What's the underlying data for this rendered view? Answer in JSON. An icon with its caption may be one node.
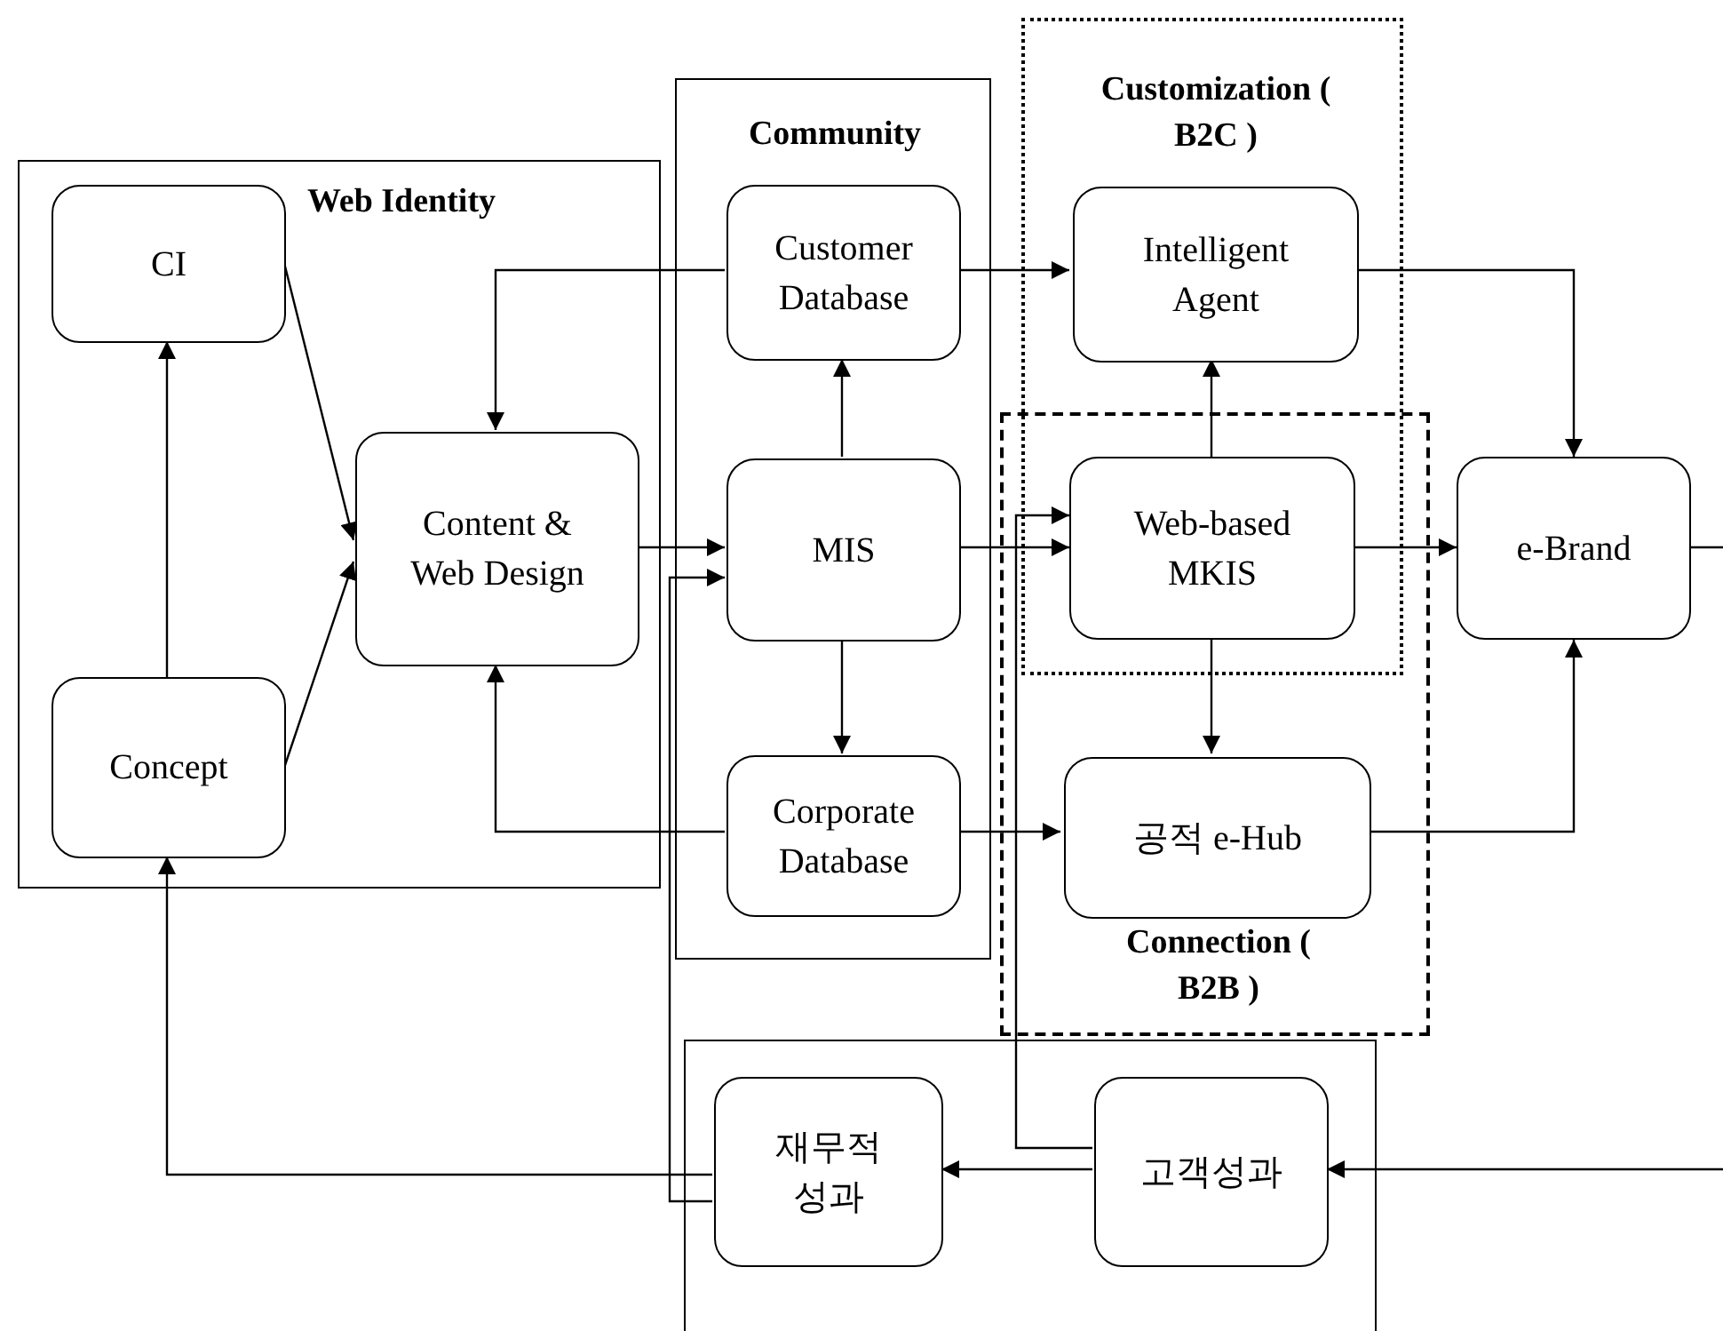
{
  "diagram": {
    "nodes": [
      {
        "text": [
          "Web Identity"
        ]
      },
      {
        "text": [
          "CI"
        ],
        "in": 0
      },
      {
        "text": [
          "Concept"
        ],
        "in": 0
      },
      {
        "text": [
          "Content & Web Design"
        ],
        "in": 0
      },
      {
        "text": [
          "Community"
        ]
      },
      {
        "text": [
          "Customer Database"
        ],
        "in": 4
      },
      {
        "text": [
          "MIS"
        ],
        "in": 4
      },
      {
        "text": [
          "Corporate Database"
        ],
        "in": 4
      },
      {
        "text": [
          "Customization ( B2C )"
        ]
      },
      {
        "text": [
          "Intelligent Agent"
        ],
        "in": 8
      },
      {
        "text": [
          "Connection ( B2B )"
        ]
      },
      {
        "text": [
          "Web-based MKIS"
        ]
      },
      {
        "text": [
          "공적 e-Hub"
        ],
        "in": 10
      },
      {
        "text": [
          "e-Brand"
        ]
      },
      {
        "text": [],
        "shape": "box"
      },
      {
        "text": [
          "재무적 성과"
        ],
        "in": 14
      },
      {
        "text": [
          "고객성과"
        ],
        "in": 14
      }
    ],
    "edges": [
      {
        "from": 2,
        "to": 1,
        "arrow": "to"
      },
      {
        "from": 1,
        "to": 3,
        "arrow": "to"
      },
      {
        "from": 2,
        "to": 3,
        "arrow": "to"
      },
      {
        "from": 3,
        "to": 6,
        "arrow": "to"
      },
      {
        "from": 5,
        "to": 3,
        "arrow": "to"
      },
      {
        "from": 7,
        "to": 3,
        "arrow": "to"
      },
      {
        "from": 6,
        "to": 5,
        "arrow": "to"
      },
      {
        "from": 6,
        "to": 7,
        "arrow": "to"
      },
      {
        "from": 5,
        "to": 9,
        "arrow": "to"
      },
      {
        "from": 6,
        "to": 11,
        "arrow": "to"
      },
      {
        "from": 11,
        "to": 9,
        "arrow": "to"
      },
      {
        "from": 11,
        "to": 12,
        "arrow": "to"
      },
      {
        "from": 11,
        "to": 13,
        "arrow": "to"
      },
      {
        "from": 9,
        "to": 13,
        "arrow": "to"
      },
      {
        "from": 7,
        "to": 12,
        "arrow": "to"
      },
      {
        "from": 12,
        "to": 13,
        "arrow": "to"
      },
      {
        "from": 13,
        "to": null,
        "arrow": "none"
      },
      {
        "from": null,
        "to": 16,
        "arrow": "to"
      },
      {
        "from": 16,
        "to": 15,
        "arrow": "to"
      },
      {
        "from": 16,
        "to": 11,
        "arrow": "to"
      },
      {
        "from": 15,
        "to": 2,
        "arrow": "to"
      },
      {
        "from": 15,
        "to": 6,
        "arrow": "to"
      }
    ]
  }
}
